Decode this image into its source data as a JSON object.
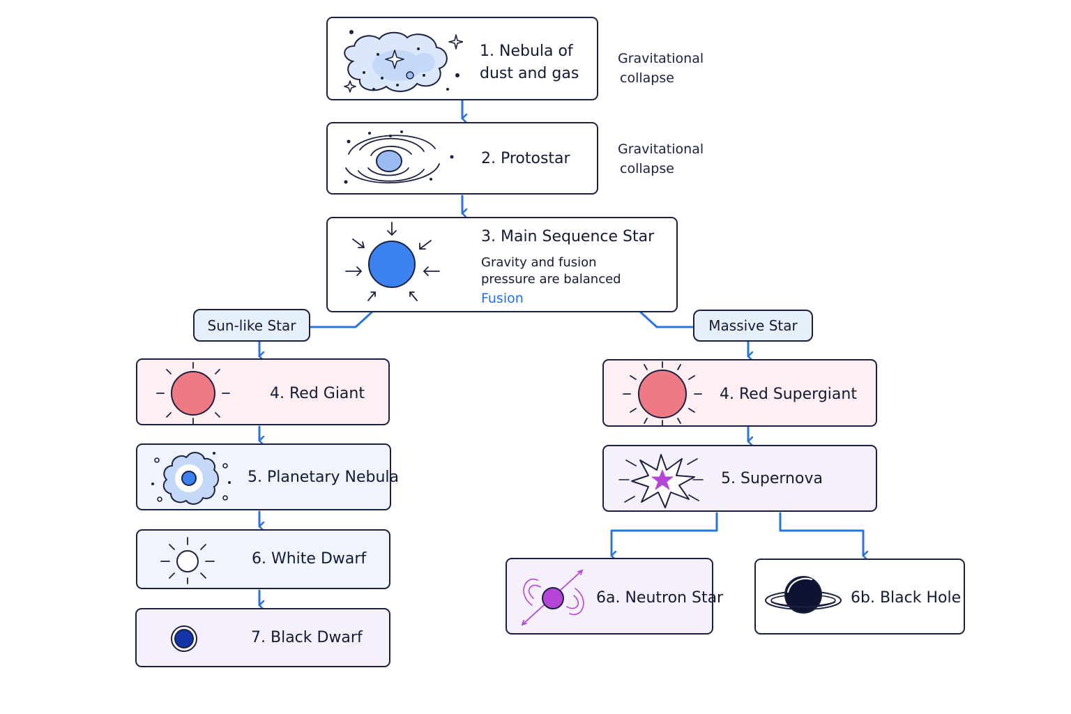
{
  "nodes": {
    "nebula": {
      "title_line1": "1. Nebula of",
      "title_line2": "dust and gas"
    },
    "protostar": {
      "title": "2. Protostar"
    },
    "main_sequence": {
      "title": "3. Main Sequence Star",
      "desc_line1": "Gravity and fusion",
      "desc_line2": "pressure are balanced",
      "fusion_label": "Fusion"
    },
    "red_giant": {
      "title": "4. Red Giant"
    },
    "planetary_nebula": {
      "title": "5. Planetary Nebula"
    },
    "white_dwarf": {
      "title": "6. White Dwarf"
    },
    "black_dwarf": {
      "title": "7. Black Dwarf"
    },
    "red_supergiant": {
      "title": "4. Red Supergiant"
    },
    "supernova": {
      "title": "5. Supernova"
    },
    "neutron_star": {
      "title": "6a. Neutron Star"
    },
    "black_hole": {
      "title": "6b. Black Hole"
    }
  },
  "branches": {
    "sun_like": "Sun-like Star",
    "massive": "Massive Star"
  },
  "side_labels": {
    "collapse_1": {
      "line1": "Gravitational",
      "line2": "collapse"
    },
    "collapse_2": {
      "line1": "Gravitational",
      "line2": "collapse"
    }
  },
  "colors": {
    "outline": "#1b2040",
    "arrow": "#2b73d9",
    "fusion_text": "#1f6fe0",
    "red_star": "#ef7a85",
    "blue_star": "#3b82f0",
    "purple_star": "#b545d6",
    "dark_dwarf": "#1436a8"
  }
}
